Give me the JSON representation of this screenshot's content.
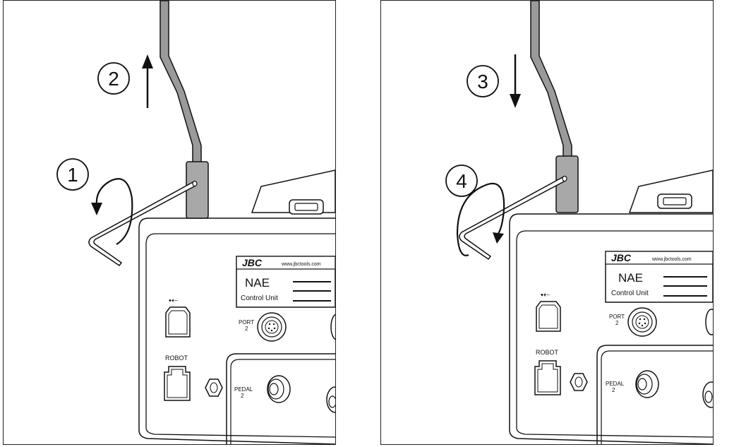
{
  "panels": [
    {
      "steps": [
        {
          "number": "1",
          "motion": "rotate-counterclockwise"
        },
        {
          "number": "2",
          "motion": "arrow-up"
        }
      ],
      "device": {
        "brand": "JBC",
        "website": "www.jbctools.com",
        "model": "NAE",
        "subtitle": "Control Unit",
        "port_label_1": "PORT",
        "port_label_2": "2",
        "robot_label": "ROBOT",
        "pedal_label_1": "PEDAL",
        "pedal_label_2": "2",
        "usb_icon": "usb-icon"
      }
    },
    {
      "steps": [
        {
          "number": "3",
          "motion": "arrow-down"
        },
        {
          "number": "4",
          "motion": "rotate-clockwise"
        }
      ],
      "device": {
        "brand": "JBC",
        "website": "www.jbctools.com",
        "model": "NAE",
        "subtitle": "Control Unit",
        "port_label_1": "PORT",
        "port_label_2": "2",
        "robot_label": "ROBOT",
        "pedal_label_1": "PEDAL",
        "pedal_label_2": "2",
        "usb_icon": "usb-icon"
      }
    }
  ],
  "colors": {
    "outline": "#111111",
    "rod": "#9a9a9a",
    "collar": "#a8a8a8",
    "background": "#ffffff"
  }
}
